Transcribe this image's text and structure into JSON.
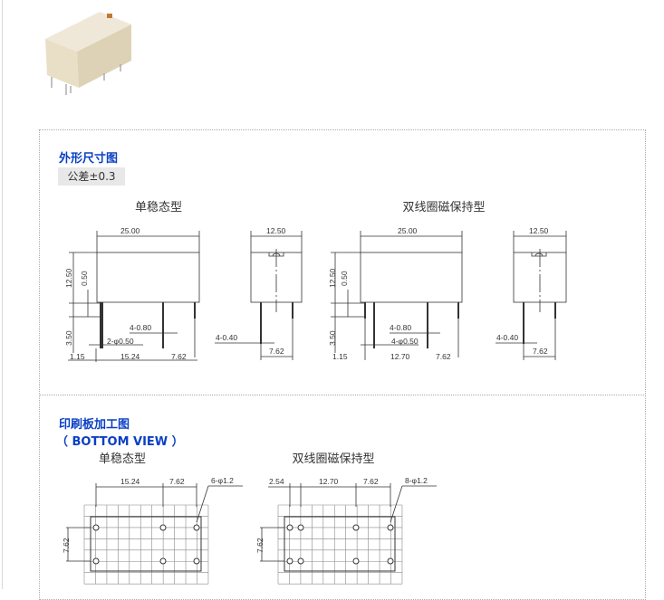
{
  "outline": {
    "title": "外形尺寸图",
    "tolerance": "公差±0.3",
    "single": {
      "label": "单稳态型",
      "length": "25.00",
      "height": "12.50",
      "gap": "0.50",
      "pin_len": "3.50",
      "pin_w": "4-0.80",
      "pin_d": "2-φ0.50",
      "edge": "1.15",
      "pitch1": "15.24",
      "pitch2": "7.62",
      "side_width": "12.50",
      "side_pin": "4-0.40",
      "side_pitch": "7.62"
    },
    "dual": {
      "label": "双线圈磁保持型",
      "length": "25.00",
      "height": "12.50",
      "gap": "0.50",
      "pin_len": "3.50",
      "pin_w": "4-0.80",
      "pin_d": "4-φ0.50",
      "edge": "1.15",
      "pitch1": "12.70",
      "pitch2": "7.62",
      "side_width": "12.50",
      "side_pin": "4-0.40",
      "side_pitch": "7.62"
    }
  },
  "pcb": {
    "title": "印刷板加工图",
    "subtitle": "（ BOTTOM VIEW ）",
    "single": {
      "label": "单稳态型",
      "pitch1": "15.24",
      "pitch2": "7.62",
      "holes": "6-φ1.2",
      "row": "7.62"
    },
    "dual": {
      "label": "双线圈磁保持型",
      "pitch0": "2.54",
      "pitch1": "12.70",
      "pitch2": "7.62",
      "holes": "8-φ1.2",
      "row": "7.62"
    }
  }
}
